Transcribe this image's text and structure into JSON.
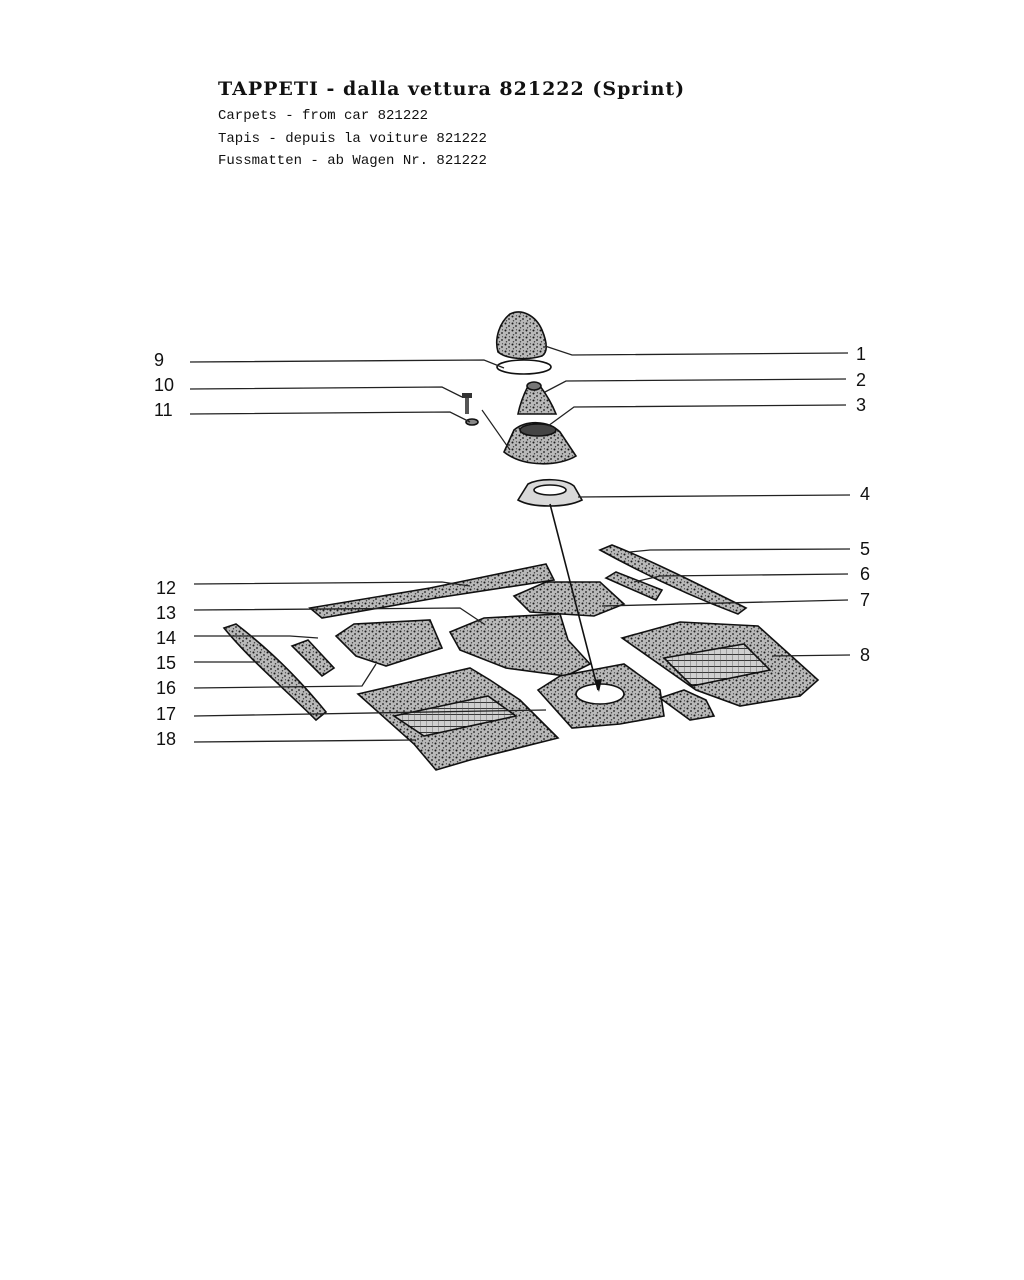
{
  "header": {
    "title": "TAPPETI - dalla vettura 821222 (Sprint)",
    "subtitle_en": "Carpets - from car 821222",
    "subtitle_fr": "Tapis - depuis la voiture 821222",
    "subtitle_de": "Fussmatten - ab Wagen Nr. 821222"
  },
  "labels": {
    "l1": "1",
    "l2": "2",
    "l3": "3",
    "l4": "4",
    "l5": "5",
    "l6": "6",
    "l7": "7",
    "l8": "8",
    "l9": "9",
    "l10": "10",
    "l11": "11",
    "l12": "12",
    "l13": "13",
    "l14": "14",
    "l15": "15",
    "l16": "16",
    "l17": "17",
    "l18": "18"
  }
}
